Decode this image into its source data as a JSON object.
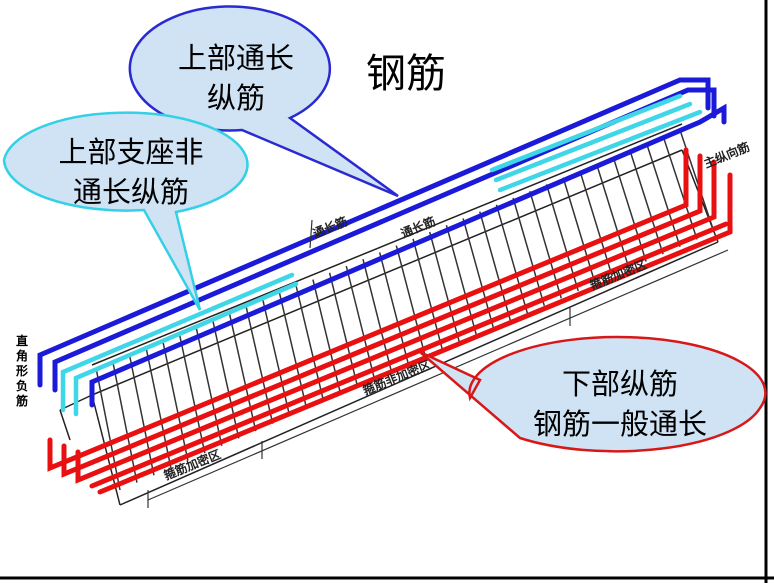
{
  "title": "钢筋",
  "callouts": {
    "upper_through": {
      "line1": "上部通长",
      "line2": "纵筋"
    },
    "upper_support": {
      "line1": "上部支座非",
      "line2": "通长纵筋"
    },
    "lower": {
      "line1": "下部纵筋",
      "line2": "钢筋一般通长"
    }
  },
  "diagram_labels": {
    "left_vertical": "直角形负筋",
    "through_bar_1": "通长筋",
    "through_bar_2": "通长筋",
    "zone_right": "箍筋加密区",
    "zone_middle": "箍筋非加密区",
    "zone_left": "箍筋加密区",
    "right_end": "主纵向筋"
  },
  "colors": {
    "upper_bar": "#1a1ad8",
    "support_bar": "#3fd6e8",
    "lower_bar": "#e81010",
    "bubble_fill": "#cfe3f5",
    "bubble_stroke_blue": "#2a2ad0",
    "bubble_stroke_cyan": "#33d0e6",
    "bubble_stroke_red": "#d81818"
  }
}
